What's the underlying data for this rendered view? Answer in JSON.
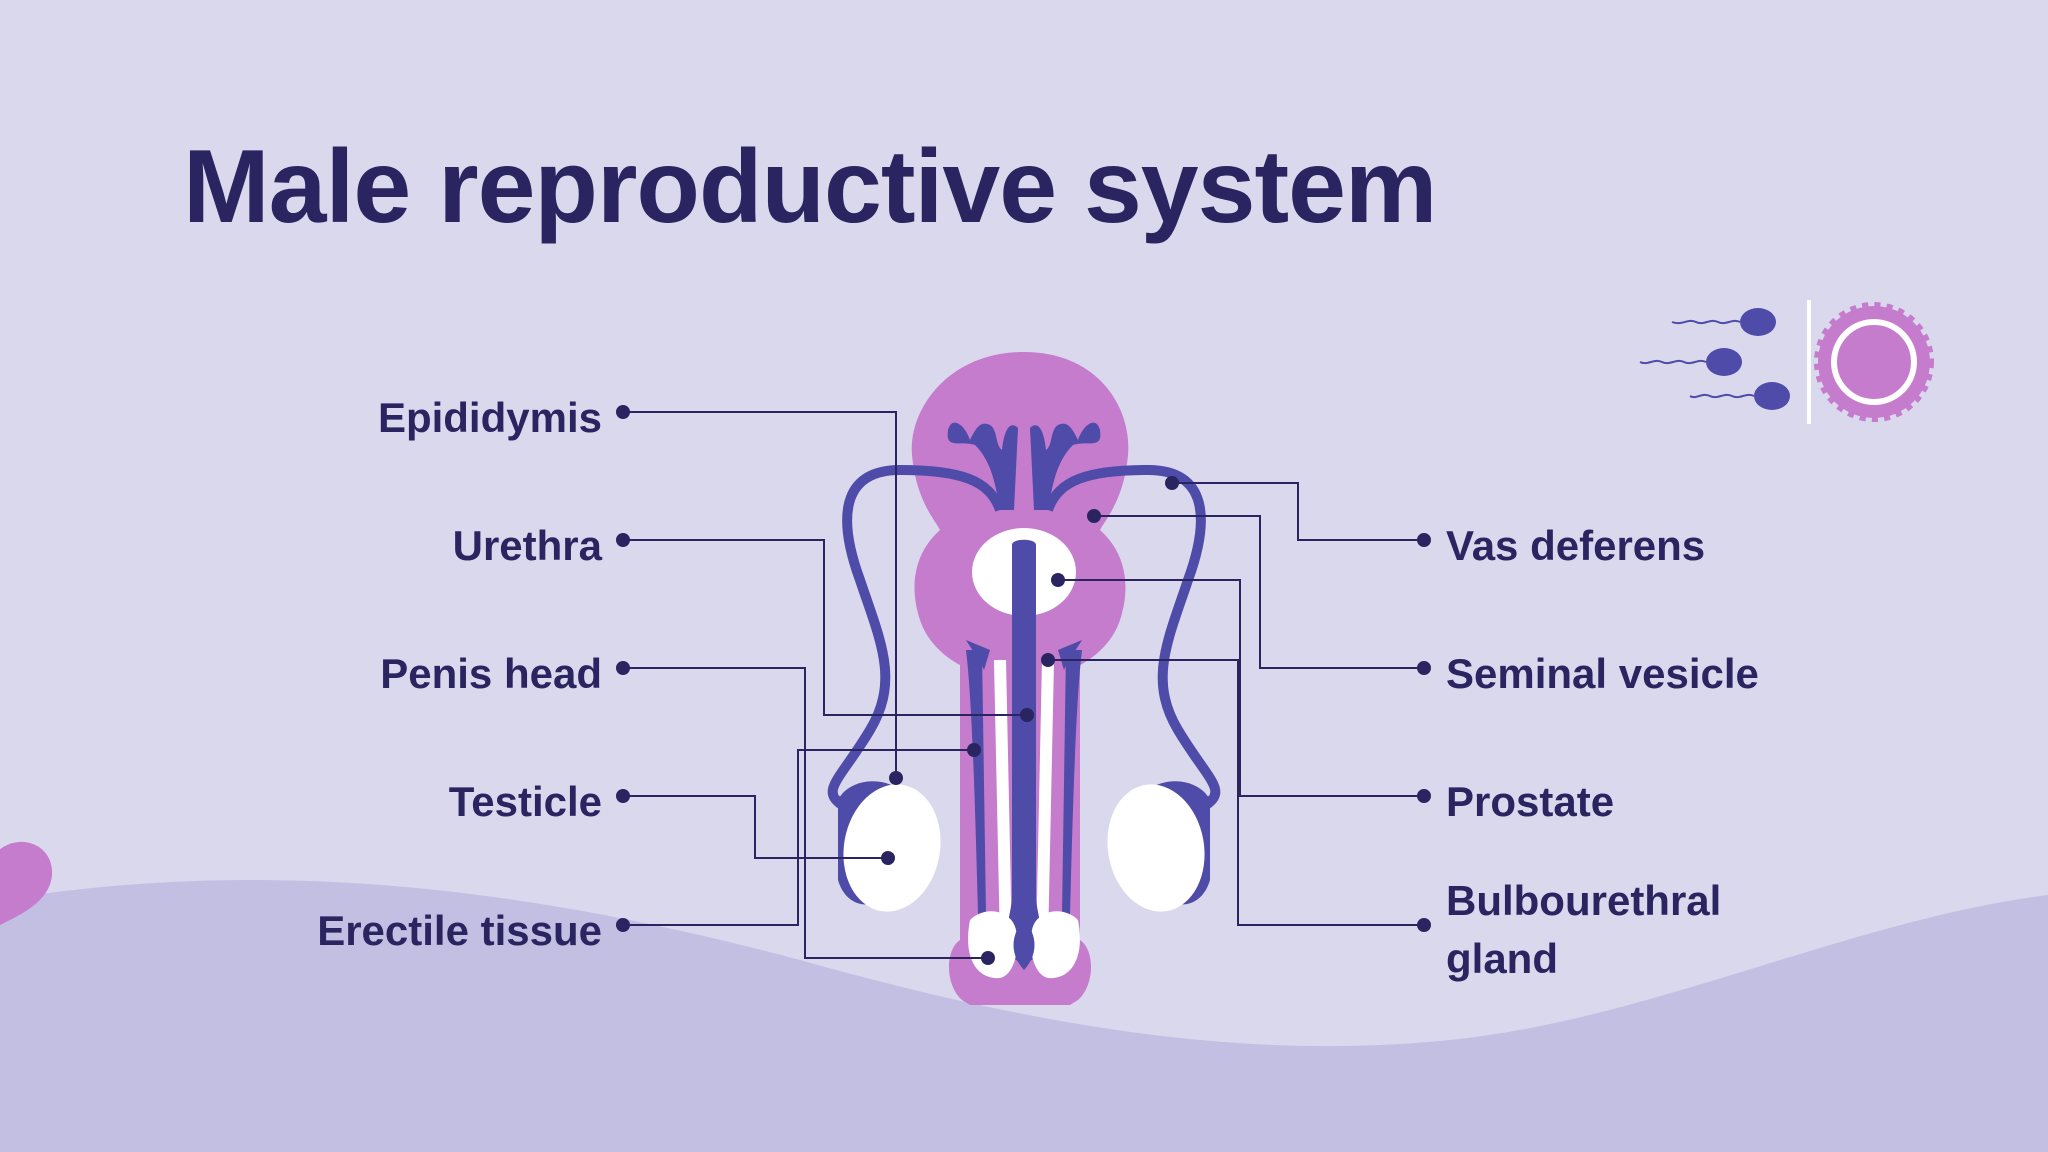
{
  "slide": {
    "title": "Male reproductive system"
  },
  "labels": {
    "left": [
      "Epididymis",
      "Urethra",
      "Penis head",
      "Testicle",
      "Erectile tissue"
    ],
    "right": [
      "Vas deferens",
      "Seminal vesicle",
      "Prostate",
      "Bulbourethral gland"
    ],
    "bulbourethral_line1": "Bulbourethral",
    "bulbourethral_line2": "gland"
  },
  "colors": {
    "background": "#dad8ec",
    "wave": "#c2bfe3",
    "title": "#2a2560",
    "pink": "#c57ccd",
    "indigo": "#4f4ba8",
    "white": "#ffffff",
    "line": "#2a2560"
  },
  "icons": [
    "sperm-cell-icon",
    "egg-cell-icon",
    "heart-icon"
  ]
}
